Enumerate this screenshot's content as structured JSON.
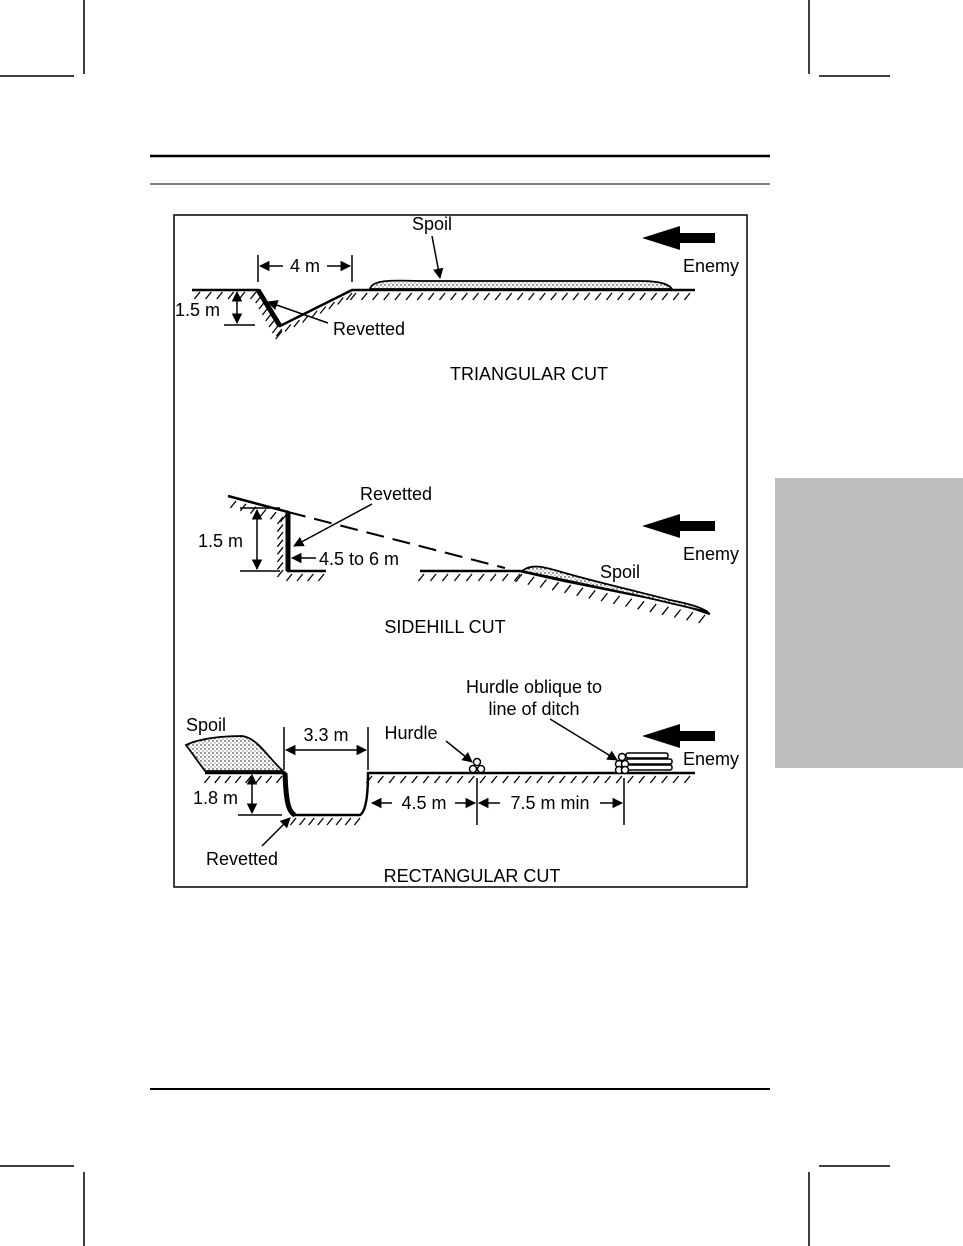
{
  "diagram": {
    "triangular": {
      "title": "TRIANGULAR CUT",
      "spoil": "Spoil",
      "enemy": "Enemy",
      "width": "4 m",
      "depth": "1.5 m",
      "revetted": "Revetted"
    },
    "sidehill": {
      "title": "SIDEHILL CUT",
      "revetted": "Revetted",
      "depth": "1.5 m",
      "width": "4.5 to 6 m",
      "spoil": "Spoil",
      "enemy": "Enemy"
    },
    "rectangular": {
      "title": "RECTANGULAR CUT",
      "spoil": "Spoil",
      "width": "3.3 m",
      "hurdle": "Hurdle",
      "hurdle_oblique_line1": "Hurdle oblique to",
      "hurdle_oblique_line2": "line of ditch",
      "enemy": "Enemy",
      "depth": "1.8 m",
      "gap1": "4.5 m",
      "gap2": "7.5 m min",
      "revetted": "Revetted"
    }
  },
  "colors": {
    "ink": "#000000",
    "tab": "#bdbdbd",
    "spoil_fill": "#e0e0e0"
  },
  "icons": [
    "enemy-arrow-icon",
    "hurdle-icon",
    "hatch-ground"
  ]
}
